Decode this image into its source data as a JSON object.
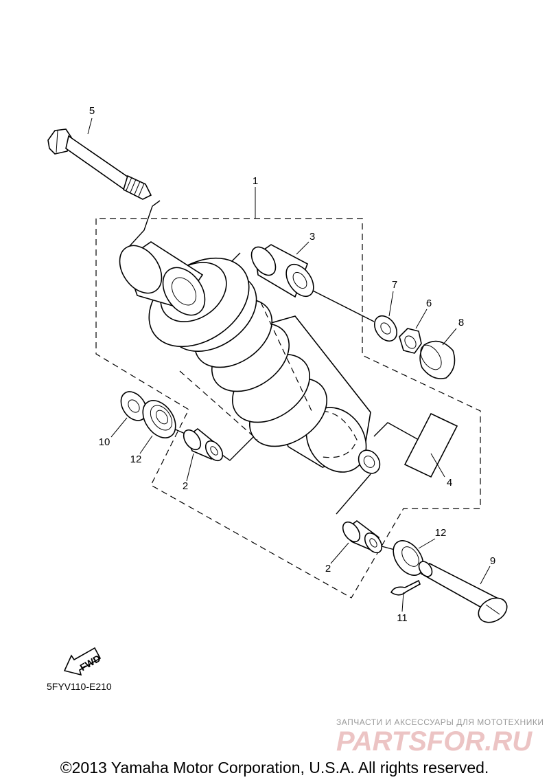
{
  "diagram": {
    "callouts": [
      {
        "id": "c1",
        "label": "1"
      },
      {
        "id": "c2a",
        "label": "2"
      },
      {
        "id": "c2b",
        "label": "2"
      },
      {
        "id": "c3",
        "label": "3"
      },
      {
        "id": "c4",
        "label": "4"
      },
      {
        "id": "c5",
        "label": "5"
      },
      {
        "id": "c6",
        "label": "6"
      },
      {
        "id": "c7",
        "label": "7"
      },
      {
        "id": "c8",
        "label": "8"
      },
      {
        "id": "c9",
        "label": "9"
      },
      {
        "id": "c10",
        "label": "10"
      },
      {
        "id": "c11",
        "label": "11"
      },
      {
        "id": "c12a",
        "label": "12"
      },
      {
        "id": "c12b",
        "label": "12"
      }
    ],
    "fwd_label": "FWD",
    "diagram_code": "5FYV110-E210"
  },
  "watermark": {
    "tagline": "ЗАПЧАСТИ И АКСЕССУАРЫ ДЛЯ МОТОТЕХНИКИ",
    "logo": "PARTSFOR.RU"
  },
  "footer": {
    "copyright": "©2013 Yamaha Motor Corporation, U.S.A. All rights reserved."
  }
}
